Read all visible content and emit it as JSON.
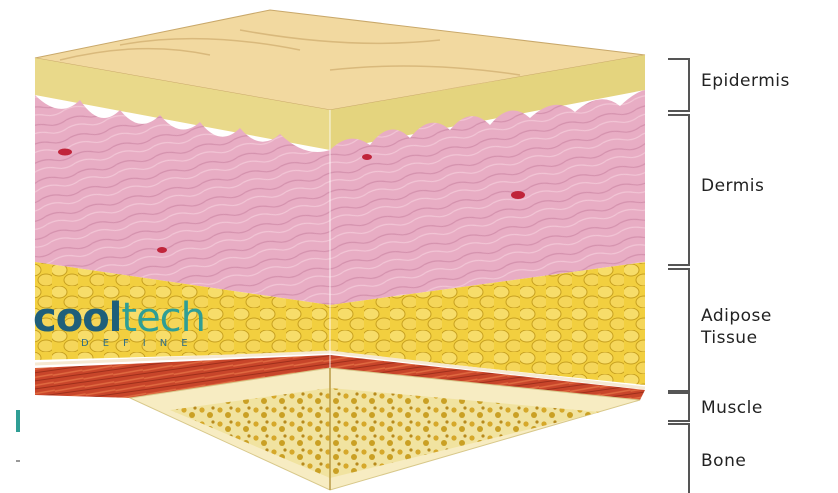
{
  "labels": {
    "epidermis": "Epidermis",
    "dermis": "Dermis",
    "adipose_line1": "Adipose",
    "adipose_line2": "Tissue",
    "muscle": "Muscle",
    "bone": "Bone"
  },
  "logo": {
    "word_part1": "cool",
    "word_part2": "tech",
    "tagline": "DEFINE",
    "colors": {
      "dark": "#1f5f7a",
      "teal": "#2f9e95"
    }
  },
  "layer_colors": {
    "epidermis": "#e9d98a",
    "dermis": "#e6a9c2",
    "adipose": "#f2d048",
    "muscle": "#c9452b",
    "bone": "#efe2a8"
  }
}
